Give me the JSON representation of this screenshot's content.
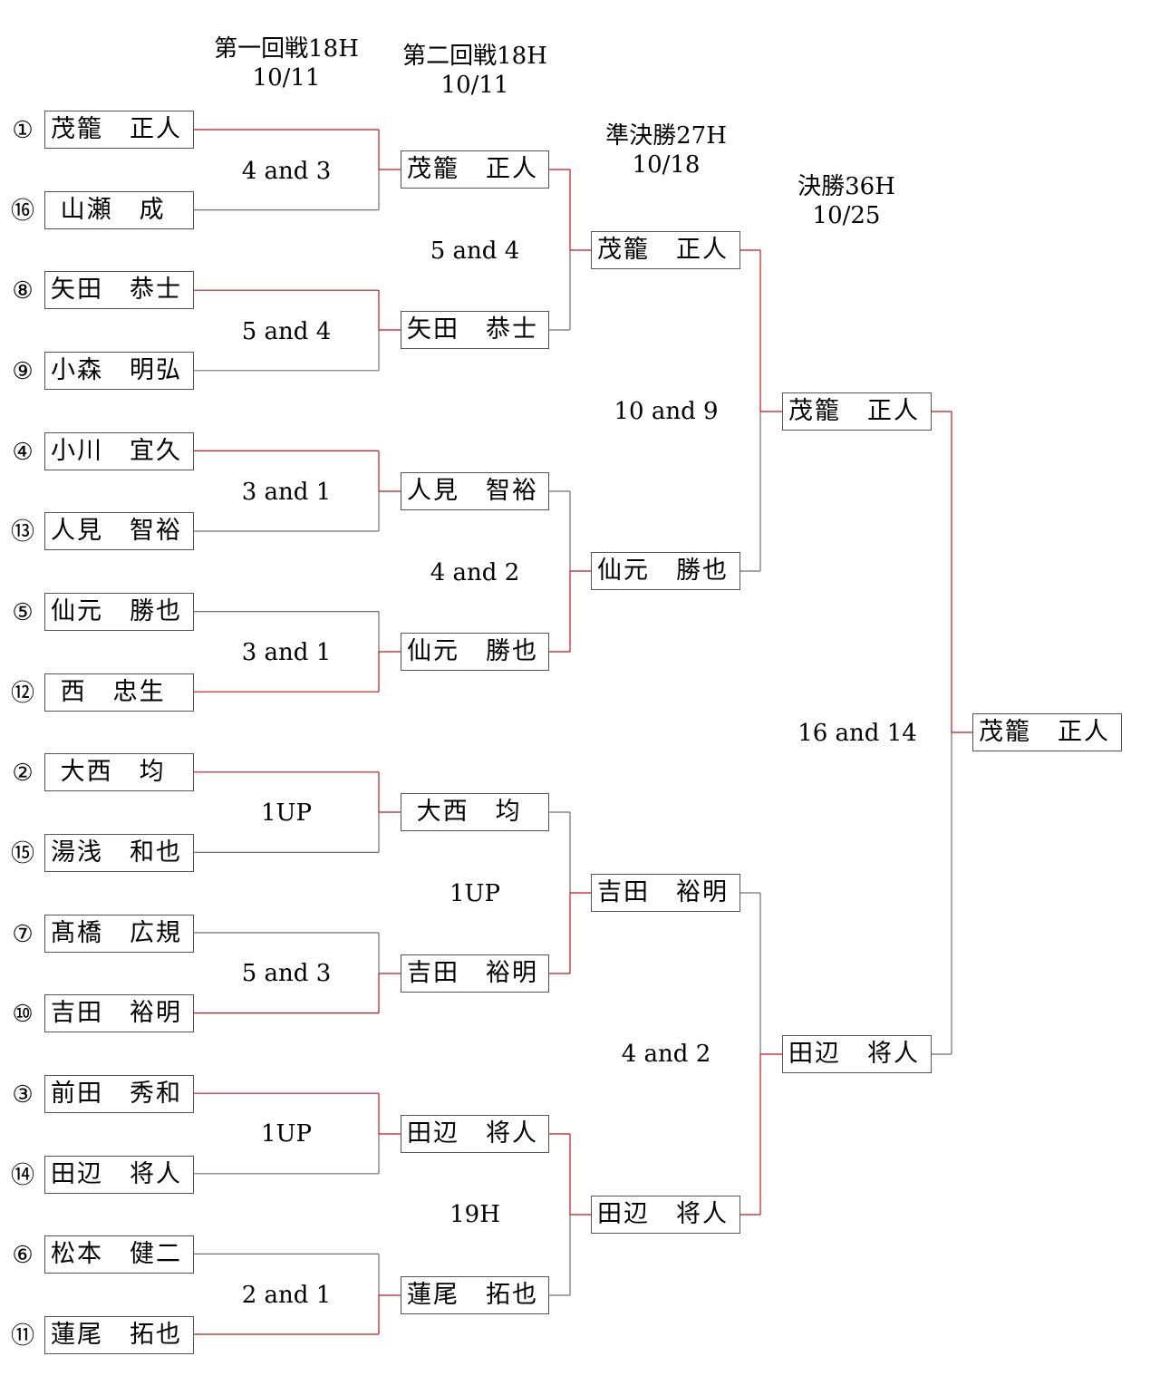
{
  "colors": {
    "win_line": "#c0181e",
    "lose_line": "#707070"
  },
  "headers": [
    {
      "title": "第一回戦18H",
      "date": "10/11"
    },
    {
      "title": "第二回戦18H",
      "date": "10/11"
    },
    {
      "title": "準決勝27H",
      "date": "10/18"
    },
    {
      "title": "決勝36H",
      "date": "10/25"
    }
  ],
  "round1": [
    {
      "seed": "①",
      "name": "茂籠　正人"
    },
    {
      "seed": "⑯",
      "name": " 山瀬　成"
    },
    {
      "seed": "⑧",
      "name": "矢田　恭士"
    },
    {
      "seed": "⑨",
      "name": "小森　明弘"
    },
    {
      "seed": "④",
      "name": "小川　宜久"
    },
    {
      "seed": "⑬",
      "name": "人見　智裕"
    },
    {
      "seed": "⑤",
      "name": "仙元　勝也"
    },
    {
      "seed": "⑫",
      "name": " 西　忠生"
    },
    {
      "seed": "②",
      "name": " 大西　均"
    },
    {
      "seed": "⑮",
      "name": "湯浅　和也"
    },
    {
      "seed": "⑦",
      "name": "髙橋　広規"
    },
    {
      "seed": "⑩",
      "name": "吉田　裕明"
    },
    {
      "seed": "③",
      "name": "前田　秀和"
    },
    {
      "seed": "⑭",
      "name": "田辺　将人"
    },
    {
      "seed": "⑥",
      "name": "松本　健二"
    },
    {
      "seed": "⑪",
      "name": "蓮尾　拓也"
    }
  ],
  "round1_scores": [
    "4 and 3",
    "5 and 4",
    "3 and 1",
    "3 and 1",
    "1UP",
    "5 and 3",
    "1UP",
    "2 and 1"
  ],
  "round2": [
    "茂籠　正人",
    "矢田　恭士",
    "人見　智裕",
    "仙元　勝也",
    " 大西　均",
    "吉田　裕明",
    "田辺　将人",
    "蓮尾　拓也"
  ],
  "round2_scores": [
    "5 and 4",
    "4 and 2",
    "1UP",
    "19H"
  ],
  "semis": [
    "茂籠　正人",
    "仙元　勝也",
    "吉田　裕明",
    "田辺　将人"
  ],
  "semis_scores": [
    "10 and 9",
    "4 and 2"
  ],
  "final": [
    "茂籠　正人",
    "田辺　将人"
  ],
  "final_score": "16 and 14",
  "champion": "茂籠　正人",
  "winners": {
    "round1": [
      0,
      0,
      0,
      1,
      0,
      1,
      0,
      1
    ],
    "round2": [
      0,
      1,
      1,
      0
    ],
    "semis": [
      0,
      1
    ],
    "final": 0
  }
}
